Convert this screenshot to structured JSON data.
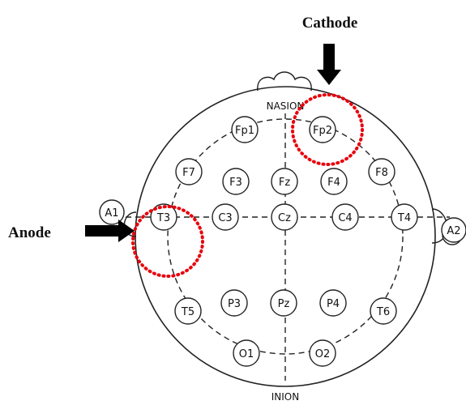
{
  "diagram": {
    "cathode_label": "Cathode",
    "anode_label": "Anode",
    "nasion_label": "NASION",
    "inion_label": "INION",
    "colors": {
      "line": "#222222",
      "highlight": "#e8000b",
      "arrow": "#000000"
    },
    "electrodes": {
      "fp1": "Fp1",
      "fp2": "Fp2",
      "f7": "F7",
      "f3": "F3",
      "fz": "Fz",
      "f4": "F4",
      "f8": "F8",
      "a1": "A1",
      "t3": "T3",
      "c3": "C3",
      "cz": "Cz",
      "c4": "C4",
      "t4": "T4",
      "a2": "A2",
      "t5": "T5",
      "p3": "P3",
      "pz": "Pz",
      "p4": "P4",
      "t6": "T6",
      "o1": "O1",
      "o2": "O2"
    },
    "highlighted_electrodes": [
      "Fp2",
      "T3"
    ]
  }
}
